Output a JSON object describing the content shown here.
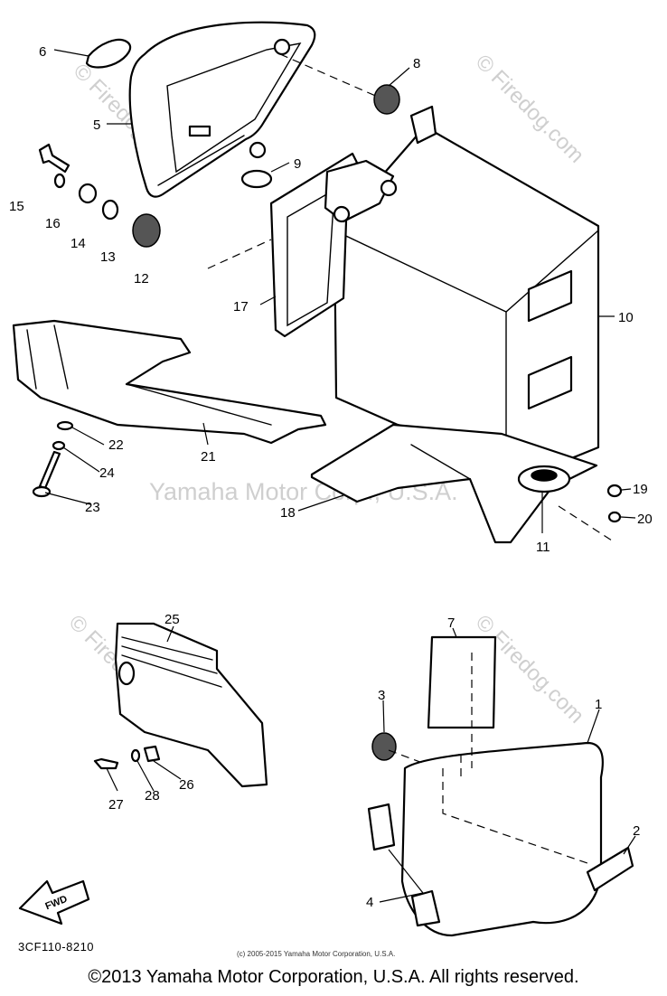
{
  "watermarks": {
    "site": "© Firedog.com",
    "company": "Yamaha Motor Corp., U.S.A."
  },
  "callouts": [
    "1",
    "2",
    "3",
    "4",
    "5",
    "6",
    "7",
    "8",
    "9",
    "10",
    "11",
    "12",
    "13",
    "14",
    "15",
    "16",
    "17",
    "18",
    "19",
    "20",
    "21",
    "22",
    "23",
    "24",
    "25",
    "26",
    "27",
    "28"
  ],
  "emblem_text": "FWD",
  "diagram_code": "3CF110-8210",
  "source_note": "(c) 2005-2015 Yamaha Motor Corporation, U.S.A.",
  "copyright": "©2013 Yamaha Motor Corporation, U.S.A. All rights reserved."
}
